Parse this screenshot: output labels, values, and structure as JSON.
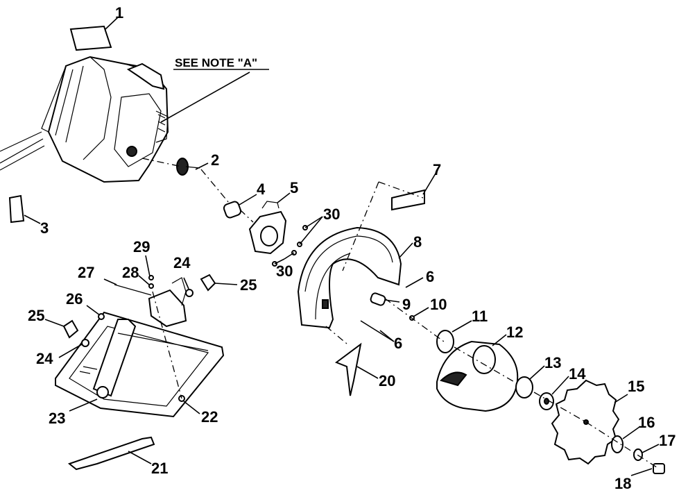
{
  "note": "SEE NOTE \"A\"",
  "parts": [
    {
      "key": "p1",
      "label": "1"
    },
    {
      "key": "p2",
      "label": "2"
    },
    {
      "key": "p3",
      "label": "3"
    },
    {
      "key": "p4",
      "label": "4"
    },
    {
      "key": "p5",
      "label": "5"
    },
    {
      "key": "p6a",
      "label": "6"
    },
    {
      "key": "p6b",
      "label": "6"
    },
    {
      "key": "p7",
      "label": "7"
    },
    {
      "key": "p8",
      "label": "8"
    },
    {
      "key": "p9",
      "label": "9"
    },
    {
      "key": "p10",
      "label": "10"
    },
    {
      "key": "p11",
      "label": "11"
    },
    {
      "key": "p12",
      "label": "12"
    },
    {
      "key": "p13",
      "label": "13"
    },
    {
      "key": "p14",
      "label": "14"
    },
    {
      "key": "p15",
      "label": "15"
    },
    {
      "key": "p16",
      "label": "16"
    },
    {
      "key": "p17",
      "label": "17"
    },
    {
      "key": "p18",
      "label": "18"
    },
    {
      "key": "p20",
      "label": "20"
    },
    {
      "key": "p21",
      "label": "21"
    },
    {
      "key": "p22",
      "label": "22"
    },
    {
      "key": "p23",
      "label": "23"
    },
    {
      "key": "p24a",
      "label": "24"
    },
    {
      "key": "p24b",
      "label": "24"
    },
    {
      "key": "p25a",
      "label": "25"
    },
    {
      "key": "p25b",
      "label": "25"
    },
    {
      "key": "p26",
      "label": "26"
    },
    {
      "key": "p27",
      "label": "27"
    },
    {
      "key": "p28",
      "label": "28"
    },
    {
      "key": "p29",
      "label": "29"
    },
    {
      "key": "p30a",
      "label": "30"
    },
    {
      "key": "p30b",
      "label": "30"
    }
  ]
}
